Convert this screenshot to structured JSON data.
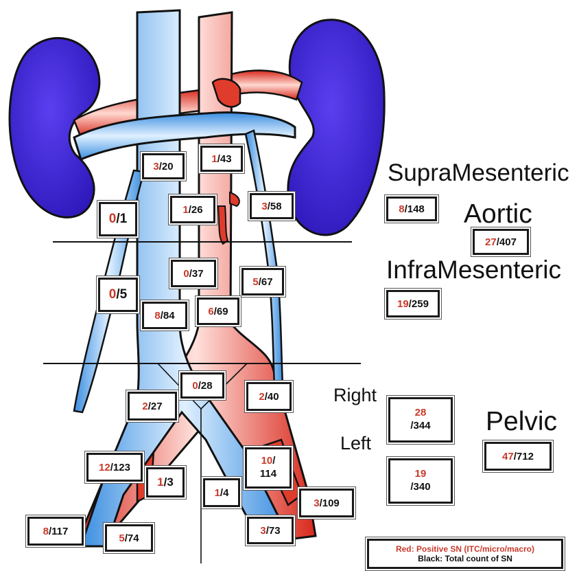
{
  "colors": {
    "artery": "#e03c2c",
    "vein": "#5aa6e6",
    "kidney": "#4a2fd0",
    "positive": "#c83a2a",
    "total": "#111111"
  },
  "regions": {
    "supramesenteric": "SupraMesenteric",
    "aortic": "Aortic",
    "inframesenteric": "InfraMesenteric",
    "right": "Right",
    "left": "Left",
    "pelvic": "Pelvic"
  },
  "summary": {
    "supramesenteric": {
      "pos": "8",
      "total": "/148"
    },
    "aortic": {
      "pos": "27",
      "total": "/407"
    },
    "inframesenteric": {
      "pos": "19",
      "total": "/259"
    },
    "right": {
      "pos": "28",
      "total": "/344"
    },
    "left": {
      "pos": "19",
      "total": "/340"
    },
    "pelvic": {
      "pos": "47",
      "total": "/712"
    }
  },
  "stations": {
    "s_3_20": {
      "pos": "3",
      "total": "/20"
    },
    "s_1_43": {
      "pos": "1",
      "total": "/43"
    },
    "s_0_1": {
      "pos": "0",
      "total": "/1"
    },
    "s_1_26": {
      "pos": "1",
      "total": "/26"
    },
    "s_3_58": {
      "pos": "3",
      "total": "/58"
    },
    "s_0_37": {
      "pos": "0",
      "total": "/37"
    },
    "s_5_67": {
      "pos": "5",
      "total": "/67"
    },
    "s_0_5": {
      "pos": "0",
      "total": "/5"
    },
    "s_8_84": {
      "pos": "8",
      "total": "/84"
    },
    "s_6_69": {
      "pos": "6",
      "total": "/69"
    },
    "s_0_28": {
      "pos": "0",
      "total": "/28"
    },
    "s_2_27": {
      "pos": "2",
      "total": "/27"
    },
    "s_2_40": {
      "pos": "2",
      "total": "/40"
    },
    "s_12_123": {
      "pos": "12",
      "total": "/123"
    },
    "s_1_3": {
      "pos": "1",
      "total": "/3"
    },
    "s_10_114": {
      "pos": "10",
      "total": "/",
      "total2": "114"
    },
    "s_1_4": {
      "pos": "1",
      "total": "/4"
    },
    "s_3_109": {
      "pos": "3",
      "total": "/109"
    },
    "s_8_117": {
      "pos": "8",
      "total": "/117"
    },
    "s_5_74": {
      "pos": "5",
      "total": "/74"
    },
    "s_3_73": {
      "pos": "3",
      "total": "/73"
    }
  },
  "legend": {
    "red": "Red: Positive SN (ITC/micro/macro)",
    "black": "Black: Total count of SN"
  }
}
